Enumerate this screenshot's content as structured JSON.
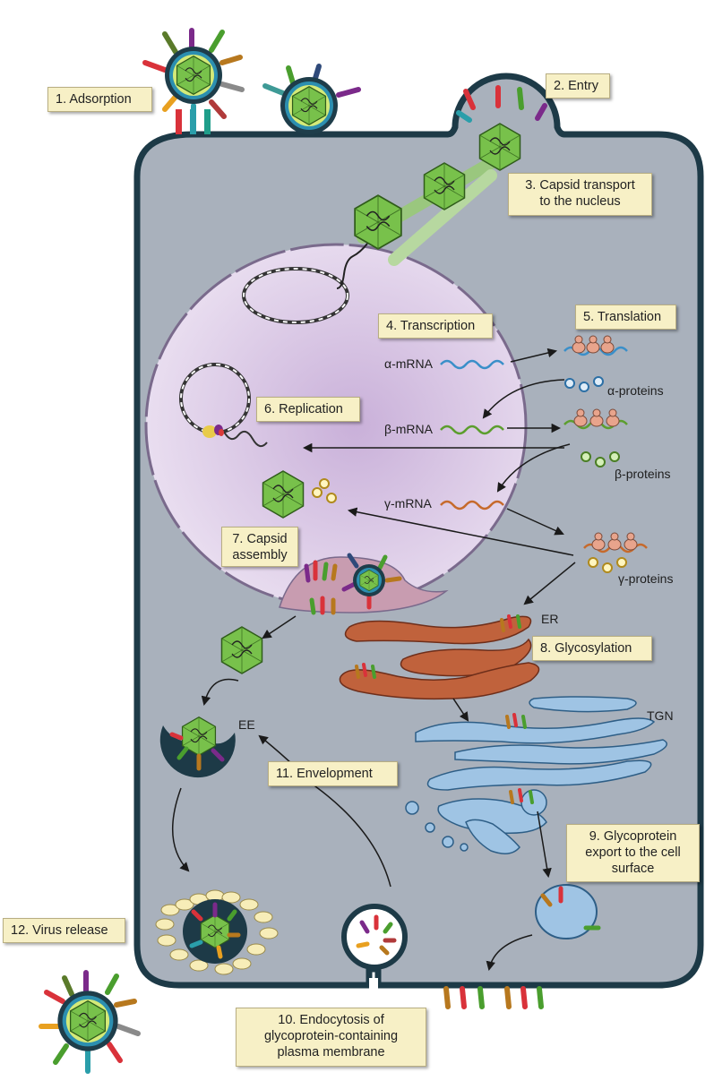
{
  "steps": {
    "adsorption": "1. Adsorption",
    "entry": "2. Entry",
    "capsid_transport_l1": "3. Capsid transport",
    "capsid_transport_l2": "to the nucleus",
    "transcription": "4. Transcription",
    "translation": "5. Translation",
    "replication": "6. Replication",
    "capsid_assembly_l1": "7. Capsid",
    "capsid_assembly_l2": "assembly",
    "glycosylation": "8. Glycosylation",
    "glycoprotein_export_l1": "9. Glycoprotein",
    "glycoprotein_export_l2": "export to the cell",
    "glycoprotein_export_l3": "surface",
    "endocytosis_l1": "10. Endocytosis of",
    "endocytosis_l2": "glycoprotein-containing",
    "endocytosis_l3": "plasma membrane",
    "envelopment": "11. Envelopment",
    "virus_release": "12. Virus release"
  },
  "labels": {
    "alpha_mrna": "α-mRNA",
    "beta_mrna": "β-mRNA",
    "gamma_mrna": "γ-mRNA",
    "alpha_proteins": "α-proteins",
    "beta_proteins": "β-proteins",
    "gamma_proteins": "γ-proteins",
    "er": "ER",
    "tgn": "TGN",
    "ee": "EE"
  },
  "colors": {
    "cell_fill": "#a9b1bc",
    "membrane": "#1d3a47",
    "nucleus": "#d9c8e4",
    "capsid": "#78c14b",
    "er": "#c0623c",
    "golgi": "#9fc4e4",
    "label_box": "#f7f0c6",
    "alpha_rna": "#3a8fc9",
    "beta_rna": "#5c9e2e",
    "gamma_rna": "#c66a2c"
  }
}
